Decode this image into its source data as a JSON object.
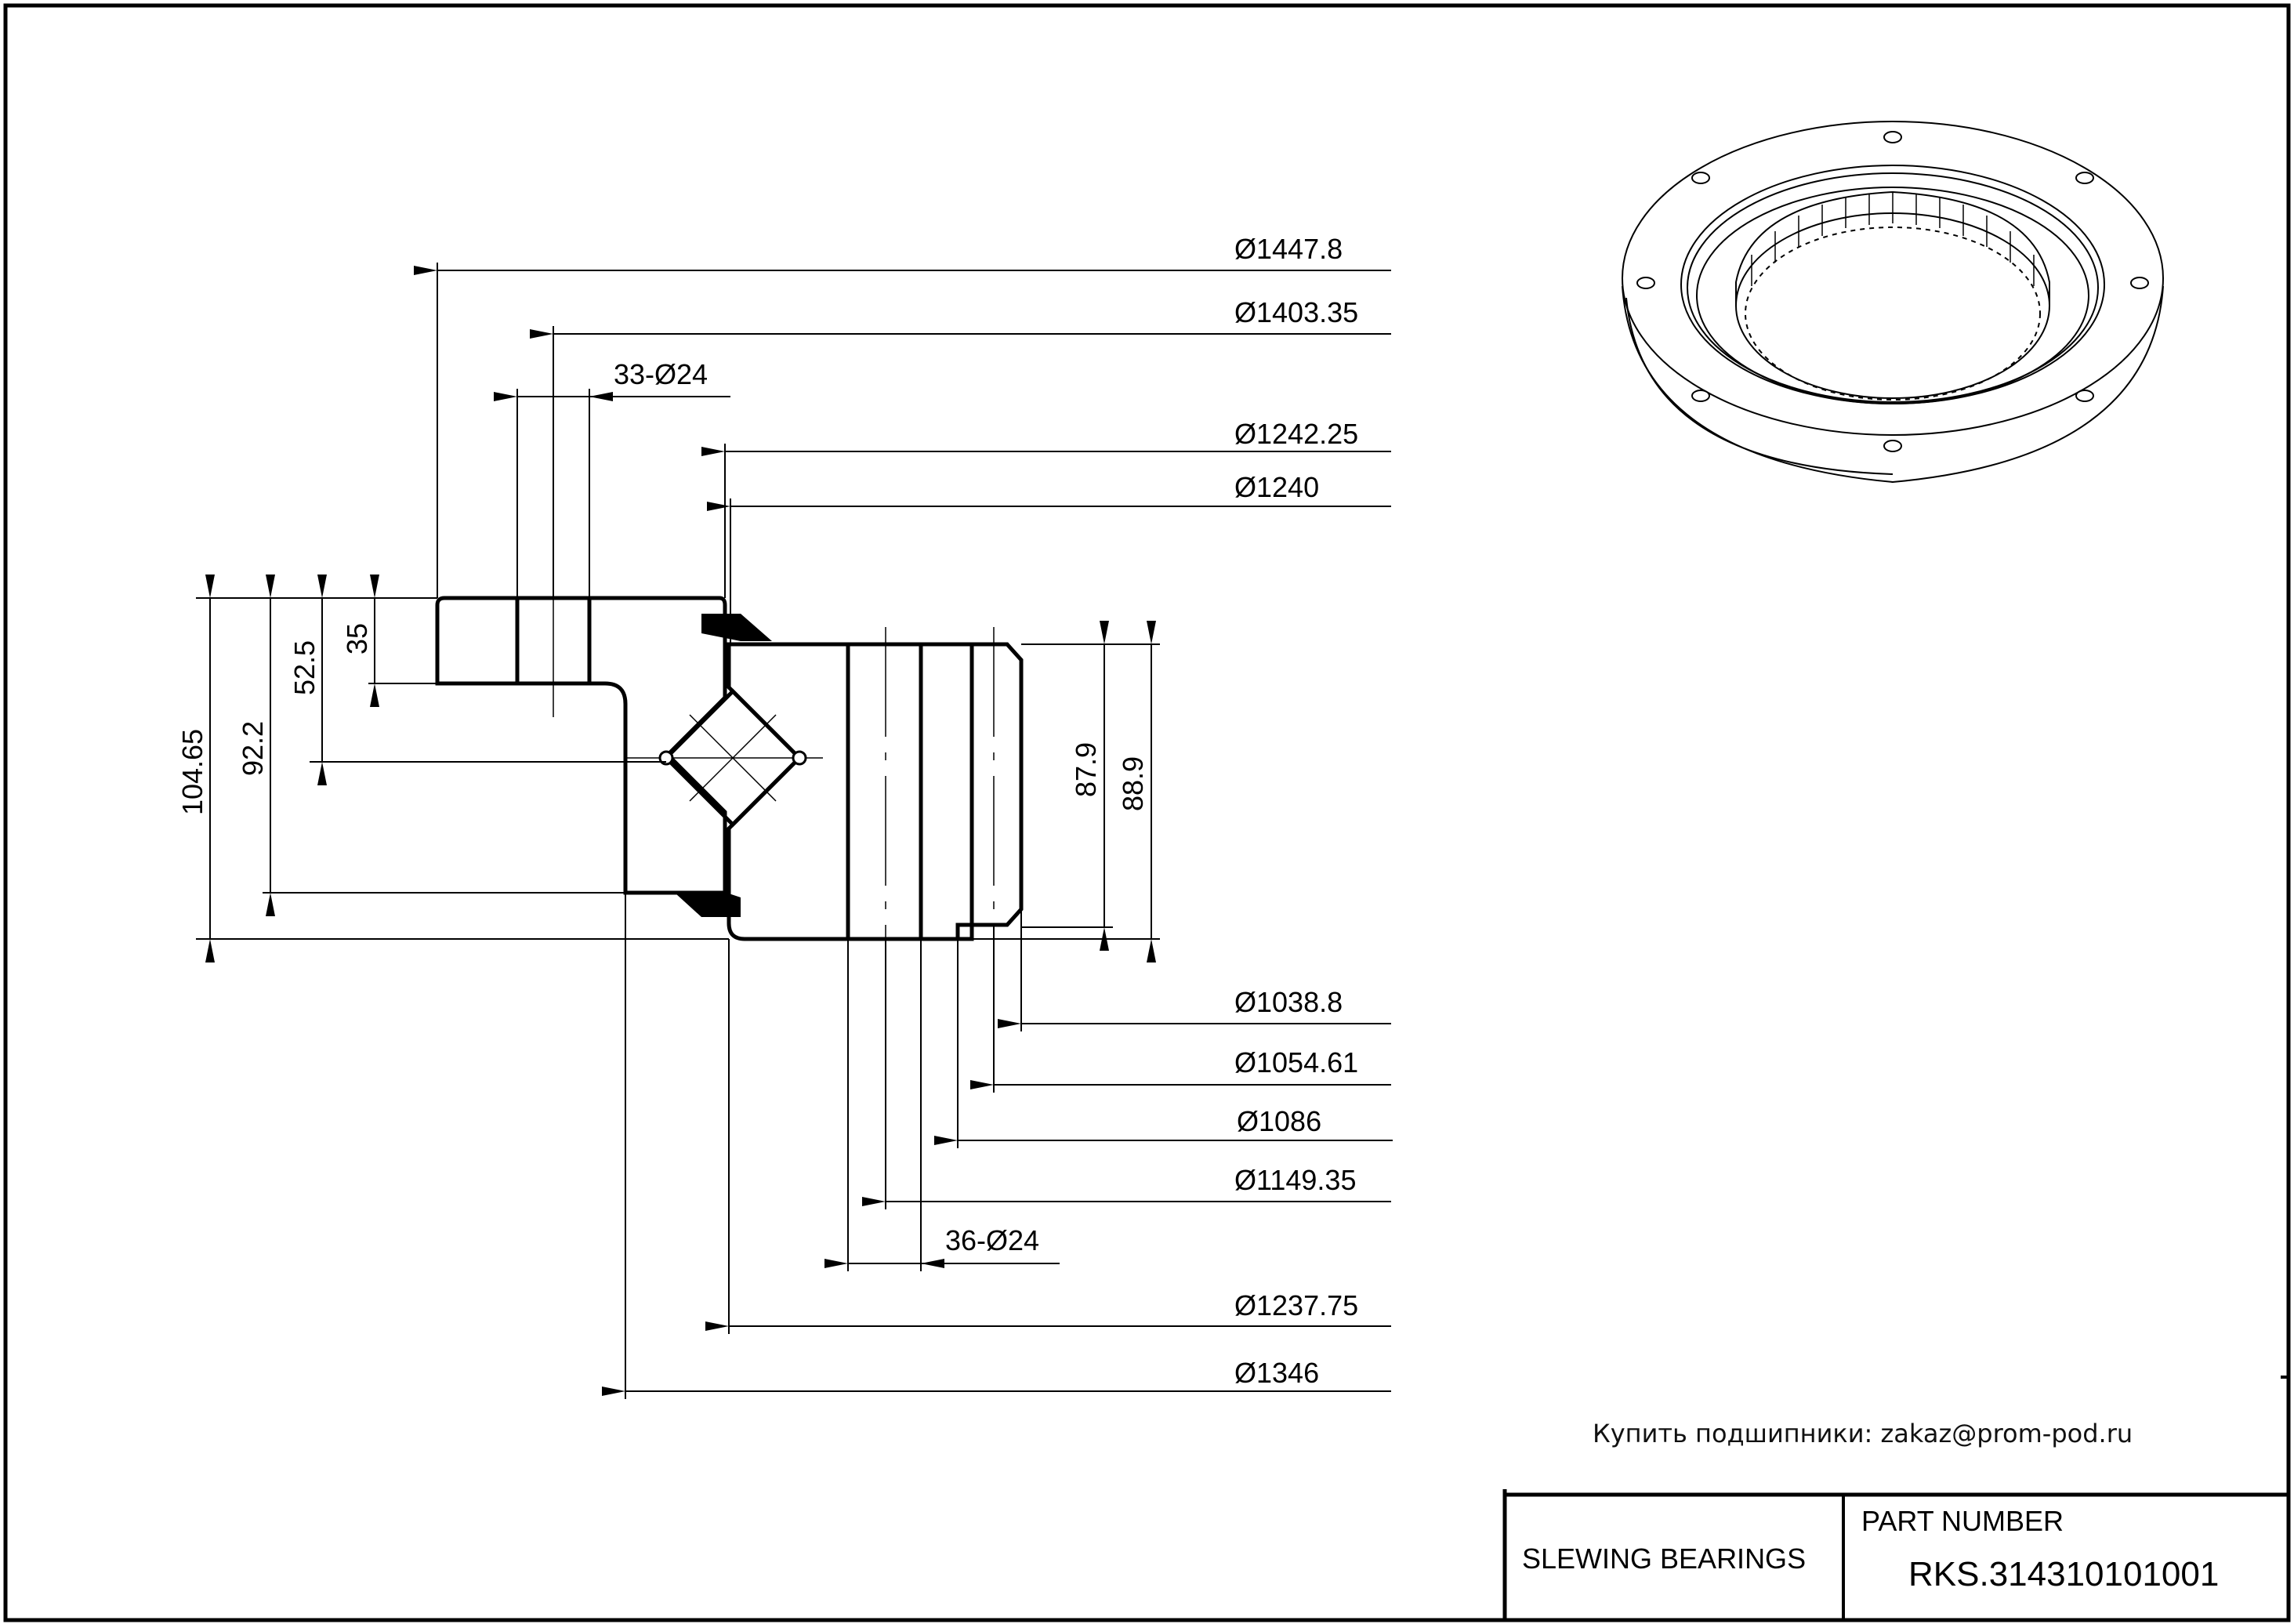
{
  "drawing": {
    "title_block": {
      "category": "SLEWING BEARINGS",
      "part_number_label": "PART  NUMBER",
      "part_number": "RKS.314310101001"
    },
    "contact_note": "Купить подшипники: zakaz@prom-pod.ru",
    "diameter_dimensions_top": [
      {
        "label": "Ø1447.8"
      },
      {
        "label": "Ø1403.35"
      },
      {
        "label": "33-Ø24"
      },
      {
        "label": "Ø1242.25"
      },
      {
        "label": "Ø1240"
      }
    ],
    "diameter_dimensions_bottom": [
      {
        "label": "Ø1038.8"
      },
      {
        "label": "Ø1054.61"
      },
      {
        "label": "Ø1086"
      },
      {
        "label": "Ø1149.35"
      },
      {
        "label": "36-Ø24"
      },
      {
        "label": "Ø1237.75"
      },
      {
        "label": "Ø1346"
      }
    ],
    "height_dimensions_left": [
      {
        "label": "104.65"
      },
      {
        "label": "92.2"
      },
      {
        "label": "52.5"
      },
      {
        "label": "35"
      }
    ],
    "height_dimensions_right": [
      {
        "label": "87.9"
      },
      {
        "label": "88.9"
      }
    ],
    "isometric_view": {
      "description": "internal-gear slewing bearing",
      "mounting_holes_visible": 8
    }
  }
}
